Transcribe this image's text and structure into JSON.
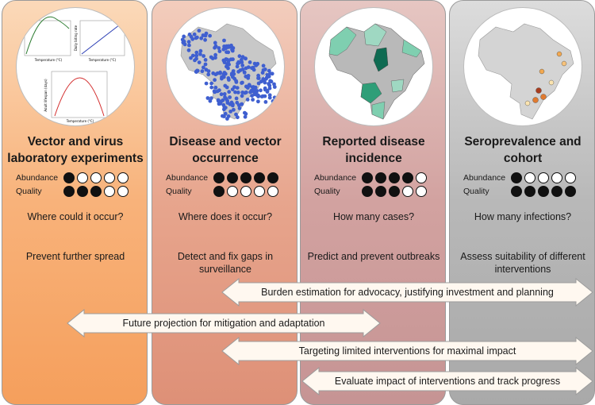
{
  "columns": [
    {
      "title": "Vector and virus laboratory experiments",
      "metric_labels": {
        "abundance": "Abundance",
        "quality": "Quality"
      },
      "abundance": 1,
      "quality": 3,
      "question": "Where could it occur?",
      "goal": "Prevent further spread",
      "image_axis_labels": [
        "Temperature (°C)",
        "Temperature (°C)",
        "Temperature (°C)",
        "Daily biting rate",
        "Adult lifespan (days)"
      ]
    },
    {
      "title": "Disease and vector occurrence",
      "metric_labels": {
        "abundance": "Abundance",
        "quality": "Quality"
      },
      "abundance": 5,
      "quality": 1,
      "question": "Where does it occur?",
      "goal": "Detect and fix gaps in surveillance"
    },
    {
      "title": "Reported disease incidence",
      "metric_labels": {
        "abundance": "Abundance",
        "quality": "Quality"
      },
      "abundance": 4,
      "quality": 3,
      "question": "How many cases?",
      "goal": "Predict and prevent outbreaks"
    },
    {
      "title": "Seroprevalence and cohort",
      "metric_labels": {
        "abundance": "Abundance",
        "quality": "Quality"
      },
      "abundance": 1,
      "quality": 5,
      "question": "How many infections?",
      "goal": "Assess suitability of different interventions"
    }
  ],
  "arrows": [
    {
      "label": "Burden estimation for advocacy, justifying investment and planning",
      "from_column": 2,
      "to_column": 4
    },
    {
      "label": "Future projection for mitigation and adaptation",
      "from_column": 1,
      "to_column": 3
    },
    {
      "label": "Targeting limited interventions for maximal impact",
      "from_column": 2,
      "to_column": 4
    },
    {
      "label": "Evaluate impact of interventions and track progress",
      "from_column": 3,
      "to_column": 4
    }
  ],
  "colors": {
    "col1": "#f8b27a",
    "col2": "#e7a58d",
    "col3": "#d2a2a0",
    "col4": "#b8b8b8",
    "occurrence_points": "#3f5fd0",
    "incidence_high": "#2f9e78",
    "incidence_mid": "#7fcfb0",
    "incidence_top": "#0f6b52",
    "sero_points": "#e07a30"
  }
}
